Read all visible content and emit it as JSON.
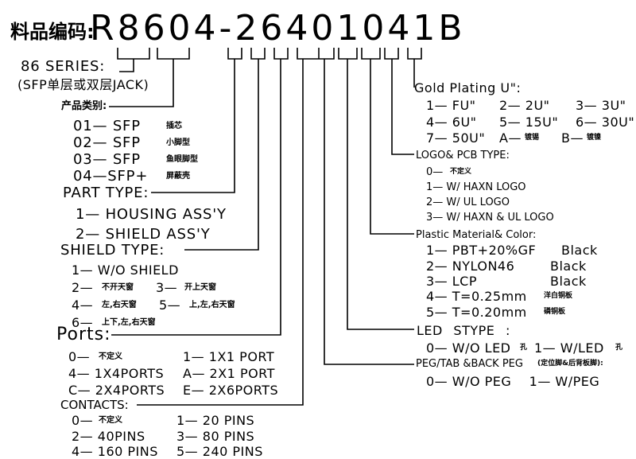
{
  "header": {
    "label": "料品编码:",
    "code": "R8604-26401041B"
  },
  "series": {
    "title": "86 SERIES:",
    "subtitle": "(SFP单层或双层JACK)"
  },
  "product_type": {
    "title": "产品类别:",
    "items": [
      {
        "code": "01— SFP",
        "note": "插芯"
      },
      {
        "code": "02— SFP",
        "note": "小脚型"
      },
      {
        "code": "03— SFP",
        "note": "鱼眼脚型"
      },
      {
        "code": "04—SFP+",
        "note": "屏蔽壳"
      }
    ]
  },
  "part_type": {
    "title": "PART TYPE:",
    "items": [
      "1— HOUSING ASS'Y",
      "2— SHIELD ASS'Y"
    ]
  },
  "shield_type": {
    "title": "SHIELD TYPE:",
    "item1": "1— W/O SHIELD",
    "item2a": "2—",
    "item2a_note": "不开天窗",
    "item3a": "3—",
    "item3a_note": "开上天窗",
    "item4a": "4—",
    "item4a_note": "左,右天窗",
    "item5a": "5—",
    "item5a_note": "上,左,右天窗",
    "item6a": "6—",
    "item6a_note": "上下,左,右天窗"
  },
  "ports": {
    "title": "Ports:",
    "rows": [
      {
        "left": "0—",
        "left_note": "不定义",
        "right": "1— 1X1 PORT"
      },
      {
        "left": "4— 1X4PORTS",
        "left_note": "",
        "right": "A— 2X1 PORT"
      },
      {
        "left": "C— 2X4PORTS",
        "left_note": "",
        "right": "E— 2X6PORTS"
      }
    ]
  },
  "contacts": {
    "title": "CONTACTS:",
    "rows": [
      {
        "left": "0—",
        "left_note": "不定义",
        "right": "1— 20 PINS"
      },
      {
        "left": "2— 40PINS",
        "left_note": "",
        "right": "3— 80 PINS"
      },
      {
        "left": "4— 160 PINS",
        "left_note": "",
        "right": "5— 240 PINS"
      }
    ]
  },
  "gold_plating": {
    "title": "Gold Plating U\":",
    "rows": [
      [
        "1— FU\"",
        "2— 2U\"",
        "3— 3U\""
      ],
      [
        "4— 6U\"",
        "5— 15U\"",
        "6— 30U\""
      ]
    ],
    "row3_a": "7— 50U\"",
    "row3_b": "A—",
    "row3_b_note": "镀锡",
    "row3_c": "B—",
    "row3_c_note": "镀镍"
  },
  "logo_pcb": {
    "title": "LOGO& PCB TYPE:",
    "item0": "0—",
    "item0_note": "不定义",
    "items": [
      "1— W/ HAXN LOGO",
      "2— W/ UL LOGO",
      "3— W/ HAXN & UL LOGO"
    ]
  },
  "plastic": {
    "title": "Plastic Material& Color:",
    "rows": [
      {
        "left": "1— PBT+20%GF",
        "right": "Black"
      },
      {
        "left": "2— NYLON46",
        "right": "Black"
      },
      {
        "left": "3— LCP",
        "right": "Black"
      }
    ],
    "row4": "4— T=0.25mm",
    "row4_note": "洋白铜板",
    "row5": "5— T=0.20mm",
    "row5_note": "磷铜板"
  },
  "led": {
    "title": "LED STYPE :",
    "item_a": "0— W/O LED",
    "item_a_note": "孔",
    "item_b": "1— W/LED",
    "item_b_note": "孔"
  },
  "peg": {
    "title": "PEG/TAB &BACK PEG",
    "title_note": "(定位脚&后背板脚):",
    "items": "0— W/O PEG    1— W/PEG"
  }
}
